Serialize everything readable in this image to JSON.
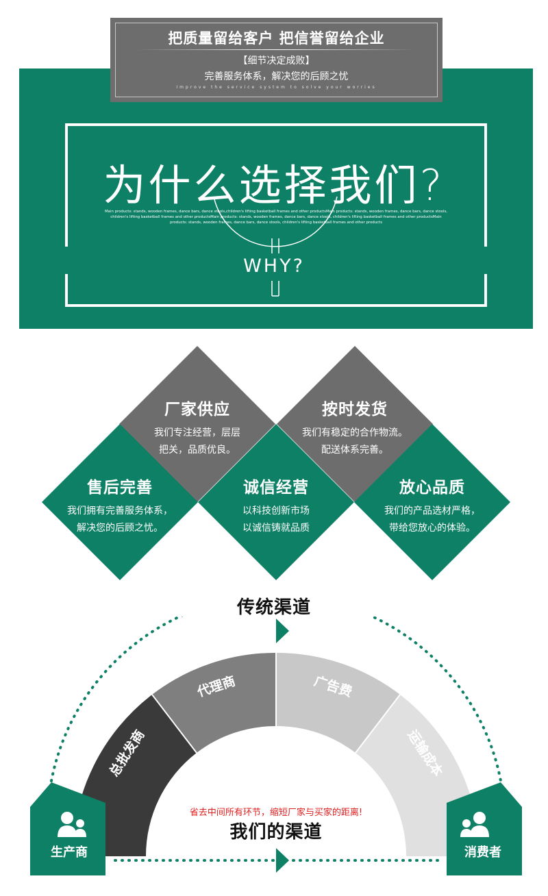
{
  "banner": {
    "headline": "把质量留给客户 把信誉留给企业",
    "tag": "【细节决定成败】",
    "subtitle": "完善服务体系，解决您的后顾之忧",
    "english": "Improve the service system to solve your worries"
  },
  "why": {
    "title": "为什么选择我们?",
    "label": "WHY?",
    "products_text": "Main products: stands, wooden frames, dance bars, dance stools,children's lifting basketball frames and other productsMain products: stands, wooden frames, dance bars, dance stools, children's lifting basketball frames and other productsMain products: stands, wooden frames, dance bars, dance stools, children's lifting basketball frames and other productsMain products: stands, wooden frames, dance bars, dance stools, children's lifting basketball frames and other products"
  },
  "features": [
    {
      "title": "厂家供应",
      "line1": "我们专注经营，层层",
      "line2": "把关，品质优良。"
    },
    {
      "title": "按时发货",
      "line1": "我们有稳定的合作物流。",
      "line2": "配送体系完善。"
    },
    {
      "title": "售后完善",
      "line1": "我们拥有完善服务体系，",
      "line2": "解决您的后顾之忧。"
    },
    {
      "title": "诚信经营",
      "line1": "以科技创新市场",
      "line2": "以诚信铸就品质"
    },
    {
      "title": "放心品质",
      "line1": "我们的产品选材严格，",
      "line2": "带给您放心的体验。"
    }
  ],
  "channel": {
    "traditional_title": "传统渠道",
    "segments": [
      "总批发商",
      "代理商",
      "广告费",
      "运输成本"
    ],
    "note": "省去中间所有环节，缩短厂家与买家的距离!",
    "own_title": "我们的渠道",
    "producer": "生产商",
    "consumer": "消费者"
  },
  "colors": {
    "green": "#0e8065",
    "grey": "#6d6d6d",
    "seg_dark": "#3a3a3a",
    "seg_mid": "#7f7f7f",
    "seg_light": "#c8c8c8",
    "seg_lightest": "#e0e0e0",
    "note_red": "#e02020"
  }
}
